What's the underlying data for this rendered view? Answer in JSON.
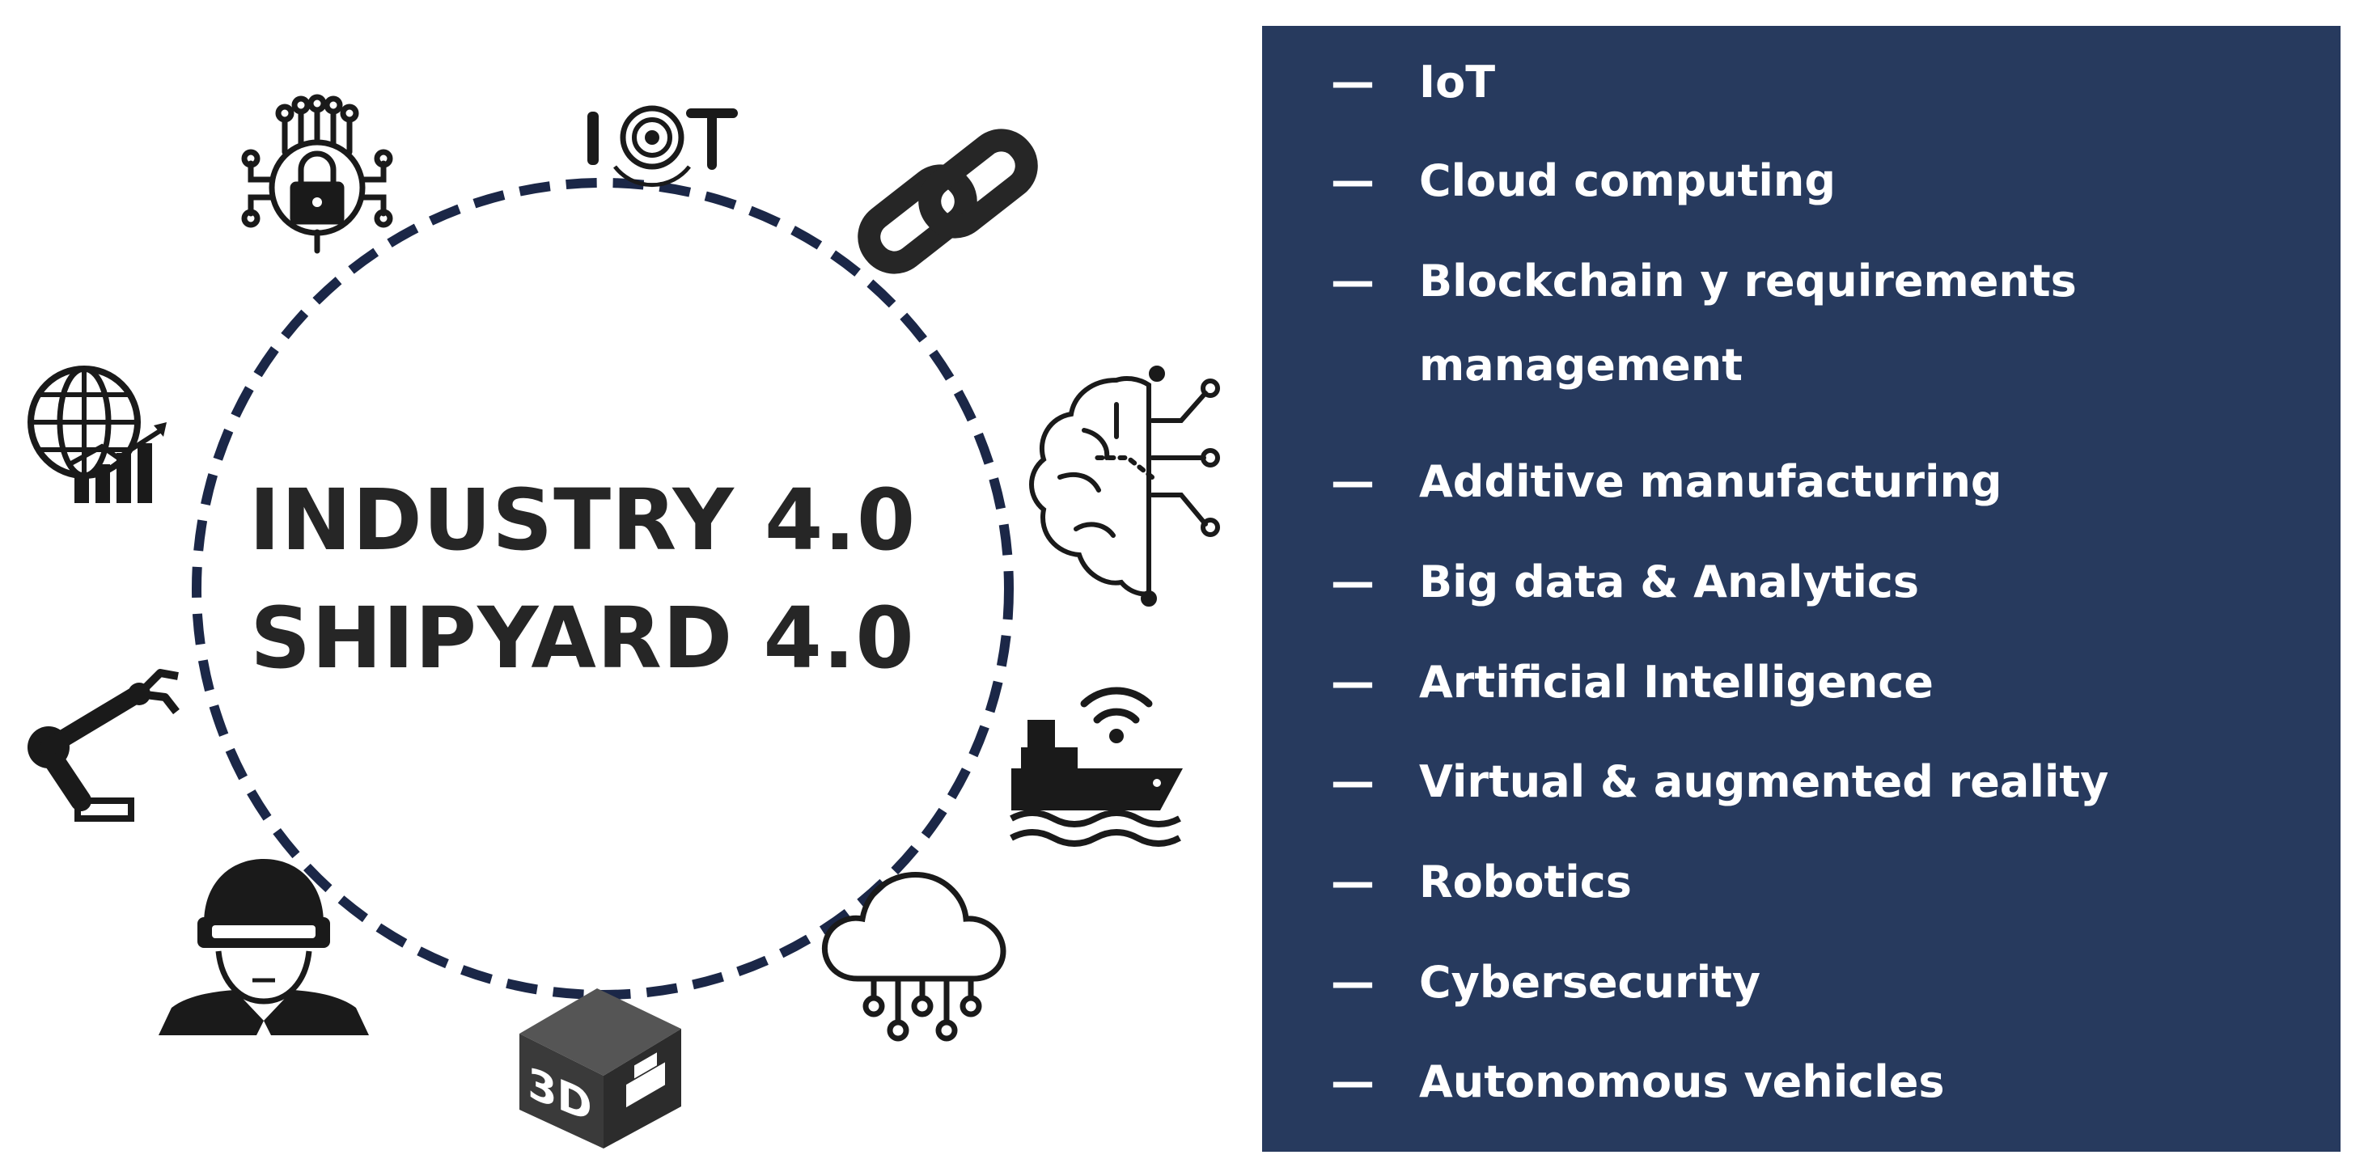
{
  "center": {
    "line1": "INDUSTRY 4.0",
    "line2": "SHIPYARD 4.0"
  },
  "icons": [
    "cybersecurity-lock-circuit-icon",
    "iot-icon",
    "blockchain-link-icon",
    "ai-brain-circuit-icon",
    "connected-ship-icon",
    "cloud-computing-icon",
    "3d-printer-box-icon",
    "vr-headset-person-icon",
    "robotic-arm-icon",
    "globe-analytics-icon"
  ],
  "panel": {
    "bullet": "—",
    "items": [
      "IoT",
      "Cloud computing",
      "Blockchain y requirements management",
      "Additive manufacturing",
      "Big data & Analytics",
      "Artificial Intelligence",
      "Virtual & augmented reality",
      "Robotics",
      "Cybersecurity",
      "Autonomous vehicles"
    ]
  },
  "colors": {
    "panel_bg": "#273a5e",
    "circle_dash": "#1b2747",
    "title_text": "#262626",
    "icon": "#1a1a1a"
  }
}
